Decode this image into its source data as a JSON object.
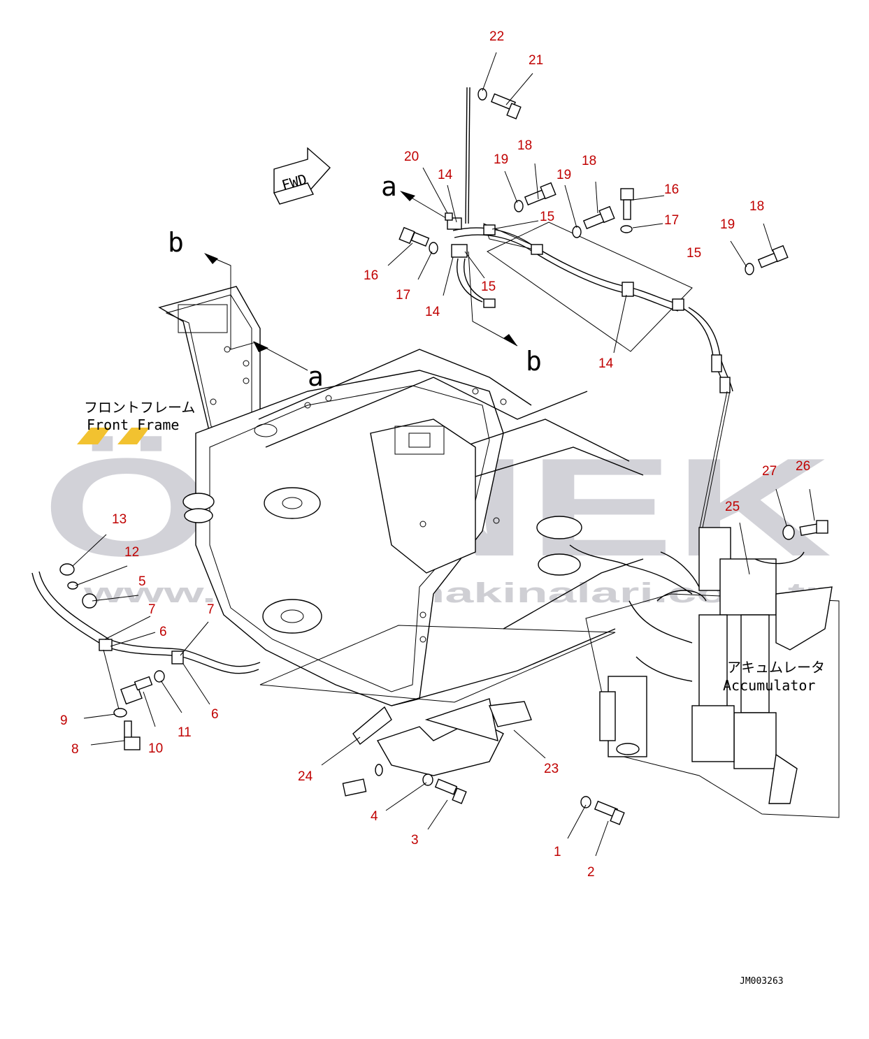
{
  "diagram": {
    "drawing_code": "JM003263",
    "fwd_label": "FWD",
    "frame_label_jp": "フロントフレーム",
    "frame_label_en": "Front Frame",
    "accumulator_label_jp": "アキュムレータ",
    "accumulator_label_en": "Accumulator",
    "arrow_labels": [
      "a",
      "a",
      "b",
      "b"
    ]
  },
  "watermark": {
    "logo_text": "ÖRNEK",
    "url_text": "www.orneksimakinalari.com.tr"
  },
  "callouts": [
    "22",
    "21",
    "20",
    "14",
    "19",
    "18",
    "19",
    "18",
    "16",
    "17",
    "15",
    "19",
    "18",
    "16",
    "17",
    "15",
    "14",
    "15",
    "14",
    "13",
    "12",
    "5",
    "7",
    "6",
    "7",
    "6",
    "9",
    "8",
    "10",
    "11",
    "24",
    "4",
    "3",
    "23",
    "1",
    "2",
    "27",
    "26",
    "25"
  ],
  "colors": {
    "callout": "#c00000",
    "line": "#000000",
    "watermark": "#d2d2d8",
    "accent": "#f2c230"
  }
}
